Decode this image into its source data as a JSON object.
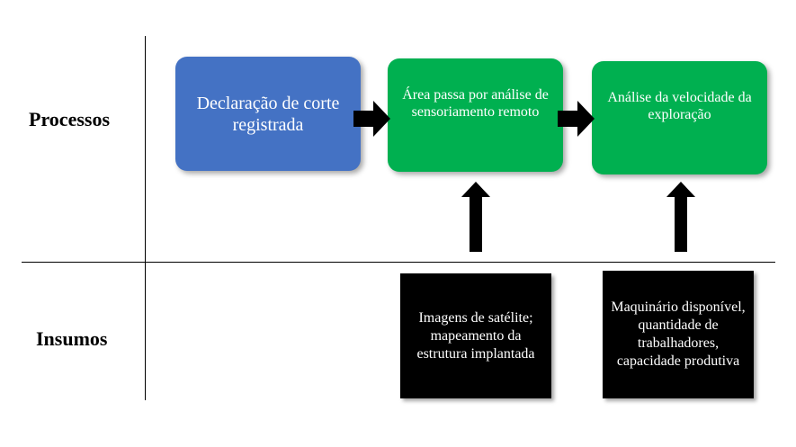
{
  "rows": {
    "processes_label": "Processos",
    "inputs_label": "Insumos"
  },
  "processes": [
    {
      "label": "Declaração de corte registrada",
      "color": "#4472c4"
    },
    {
      "label": "Área passa por análise de sensoriamento remoto",
      "color": "#00b050"
    },
    {
      "label": "Análise da velocidade da exploração",
      "color": "#00b050"
    }
  ],
  "inputs": [
    {
      "label": "Imagens de satélite; mapeamento da estrutura implantada",
      "color": "#000000"
    },
    {
      "label": "Maquinário disponível, quantidade de trabalhadores, capacidade produtiva",
      "color": "#000000"
    }
  ],
  "arrow_color": "#000000"
}
